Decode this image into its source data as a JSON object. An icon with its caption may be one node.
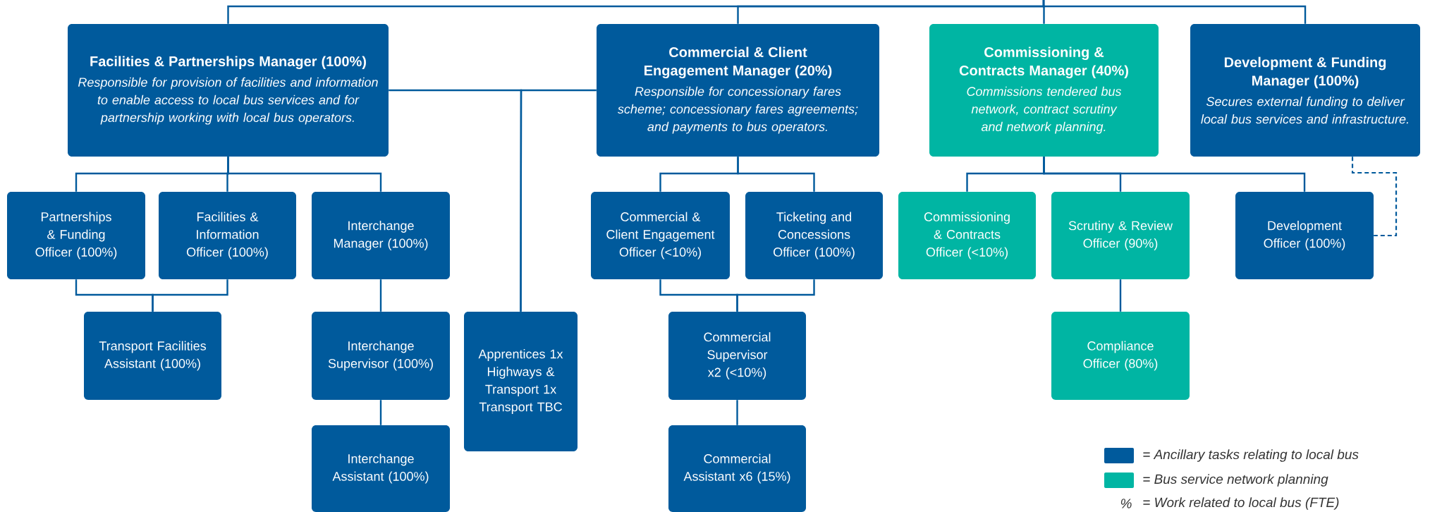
{
  "diagram": {
    "nodes": [
      {
        "text": [
          "Facilities & Partnerships Manager (100%)",
          "Responsible for provision of facilities and information to enable access to local bus services and for partnership working with local bus operators."
        ]
      },
      {
        "text": [
          "Commercial & Client Engagement Manager (20%)",
          "Responsible for concessionary fares scheme; concessionary fares agreements; and payments to bus operators."
        ]
      },
      {
        "text": [
          "Commissioning & Contracts Manager (40%)",
          "Commissions tendered bus network, contract scrutiny and network planning."
        ]
      },
      {
        "text": [
          "Development & Funding Manager (100%)",
          "Secures external funding to deliver local bus services and infrastructure."
        ]
      },
      {
        "text": [
          "Partnerships & Funding Officer (100%)"
        ]
      },
      {
        "text": [
          "Facilities & Information Officer (100%)"
        ]
      },
      {
        "text": [
          "Interchange Manager (100%)"
        ]
      },
      {
        "text": [
          "Commercial & Client Engagement Officer (<10%)"
        ]
      },
      {
        "text": [
          "Ticketing and Concessions Officer (100%)"
        ]
      },
      {
        "text": [
          "Commissioning & Contracts Officer (<10%)"
        ]
      },
      {
        "text": [
          "Scrutiny & Review Officer (90%)"
        ]
      },
      {
        "text": [
          "Development Officer (100%)"
        ]
      },
      {
        "text": [
          "Transport Facilities Assistant (100%)"
        ]
      },
      {
        "text": [
          "Interchange Supervisor (100%)"
        ]
      },
      {
        "text": [
          "Apprentices 1x Highways & Transport 1x Transport TBC"
        ]
      },
      {
        "text": [
          "Commercial Supervisor x2 (<10%)"
        ]
      },
      {
        "text": [
          "Compliance Officer (80%)"
        ]
      },
      {
        "text": [
          "Interchange Assistant (100%)"
        ]
      },
      {
        "text": [
          "Commercial Assistant x6 (15%)"
        ]
      }
    ],
    "edges": [
      {
        "from": null,
        "to": 0,
        "arrow": "none"
      },
      {
        "from": null,
        "to": 1,
        "arrow": "none"
      },
      {
        "from": null,
        "to": 2,
        "arrow": "none"
      },
      {
        "from": null,
        "to": 3,
        "arrow": "none"
      },
      {
        "from": 0,
        "to": 4,
        "arrow": "none"
      },
      {
        "from": 0,
        "to": 5,
        "arrow": "none"
      },
      {
        "from": 0,
        "to": 6,
        "arrow": "none"
      },
      {
        "from": 0,
        "to": 14,
        "arrow": "none"
      },
      {
        "from": 1,
        "to": 14,
        "arrow": "none"
      },
      {
        "from": 1,
        "to": 7,
        "arrow": "none"
      },
      {
        "from": 1,
        "to": 8,
        "arrow": "none"
      },
      {
        "from": 2,
        "to": 9,
        "arrow": "none"
      },
      {
        "from": 2,
        "to": 10,
        "arrow": "none"
      },
      {
        "from": 2,
        "to": 11,
        "arrow": "none"
      },
      {
        "from": 3,
        "to": 11,
        "arrow": "none",
        "style": "dashed"
      },
      {
        "from": 4,
        "to": 12,
        "arrow": "none"
      },
      {
        "from": 5,
        "to": 12,
        "arrow": "none"
      },
      {
        "from": 6,
        "to": 13,
        "arrow": "none"
      },
      {
        "from": 13,
        "to": 17,
        "arrow": "none"
      },
      {
        "from": 7,
        "to": 15,
        "arrow": "none"
      },
      {
        "from": 8,
        "to": 15,
        "arrow": "none"
      },
      {
        "from": 15,
        "to": 18,
        "arrow": "none"
      },
      {
        "from": 10,
        "to": 16,
        "arrow": "none"
      }
    ],
    "labels": [
      "%",
      "= Work related to local bus (FTE)"
    ],
    "legend": [
      {
        "text": "= Ancillary tasks relating to local bus",
        "color": "#005a9c"
      },
      {
        "text": "= Bus service network planning",
        "color": "#00b5a3"
      }
    ]
  }
}
